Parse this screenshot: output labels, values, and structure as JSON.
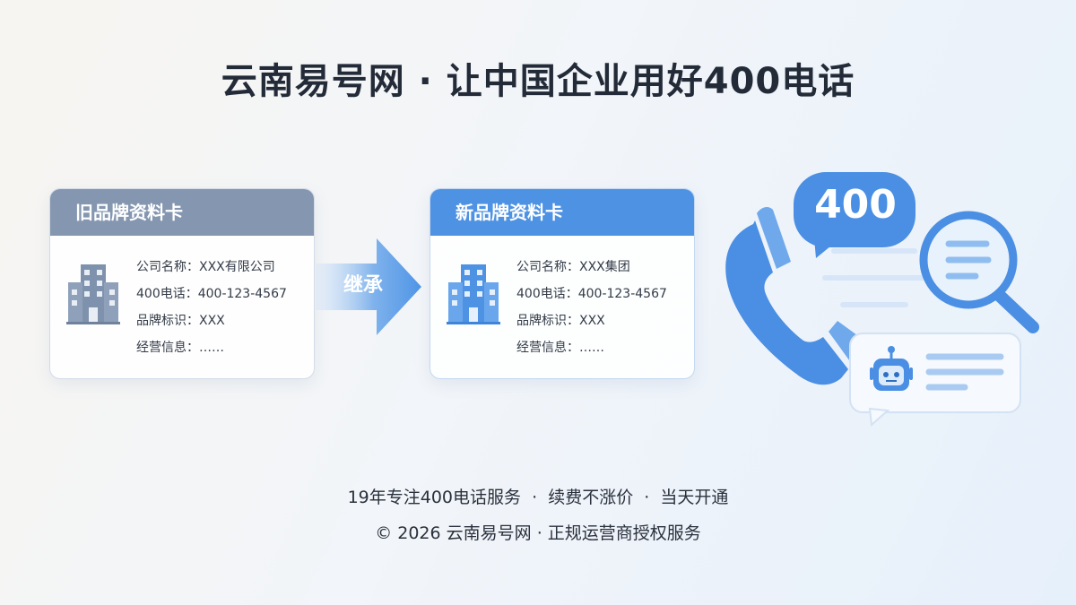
{
  "title": "云南易号网 · 让中国企业用好400电话",
  "old_card": {
    "header": "旧品牌资料卡",
    "fields": [
      "公司名称：XXX有限公司",
      "400电话：400-123-4567",
      "品牌标识：XXX",
      "经营信息：……"
    ]
  },
  "new_card": {
    "header": "新品牌资料卡",
    "fields": [
      "公司名称：XXX集团",
      "400电话：400-123-4567",
      "品牌标识：XXX",
      "经营信息：……"
    ]
  },
  "arrow_label": "继承",
  "badge": "400",
  "icons": [
    "building-icon",
    "phone-handset-icon",
    "magnifier-icon",
    "robot-icon",
    "chat-bubble-icon"
  ],
  "colors": {
    "old_header": "#8496b0",
    "new_header": "#4e92e3",
    "accent": "#4a8fe3"
  },
  "footer": {
    "tagline": "19年专注400电话服务  ·  续费不涨价  ·  当天开通",
    "copyright": "© 2026 云南易号网 · 正规运营商授权服务"
  }
}
